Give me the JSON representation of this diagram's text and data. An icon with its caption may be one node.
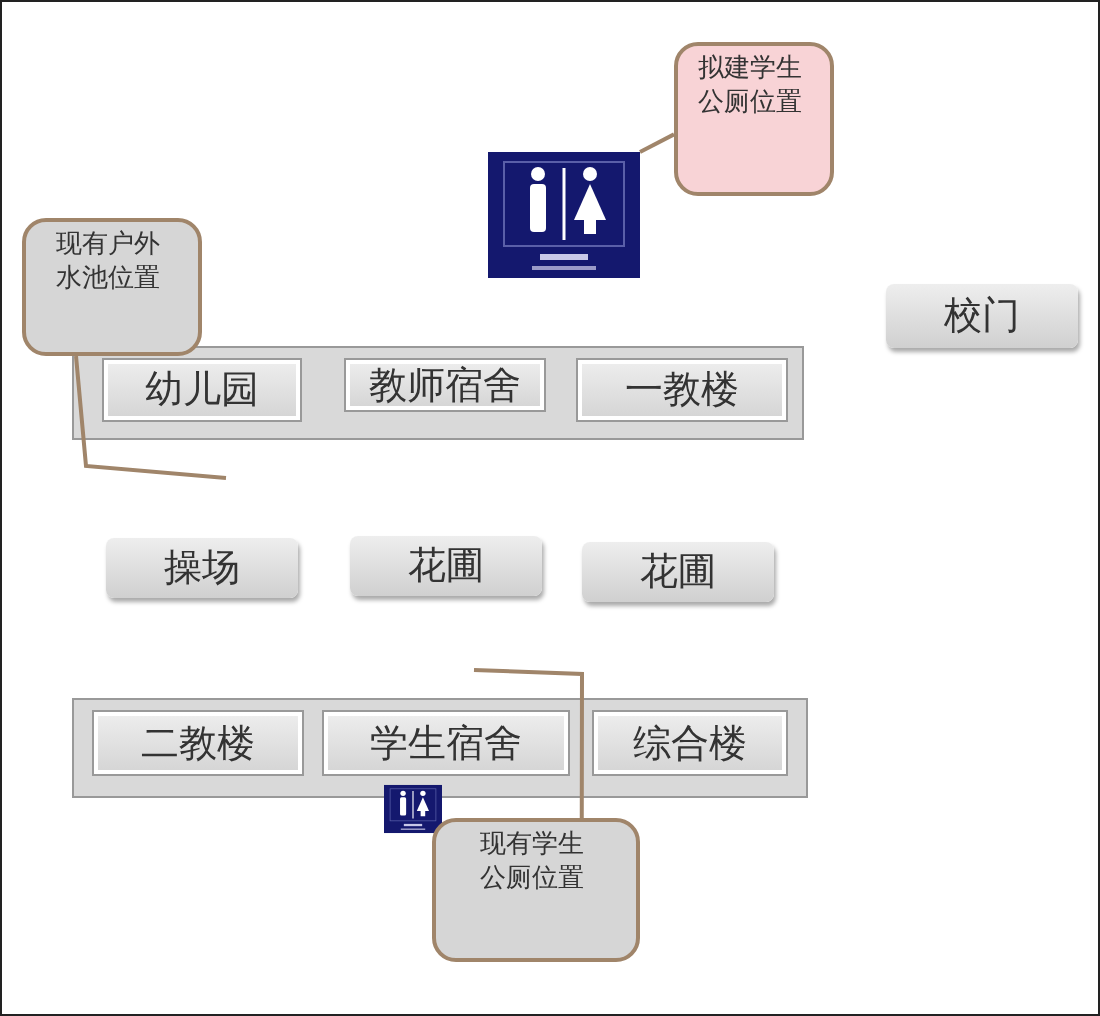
{
  "diagram": {
    "nodes": [
      {
        "text": [],
        "shape": "box"
      },
      {
        "text": [
          "幼儿园"
        ],
        "in": 0
      },
      {
        "text": [
          "教师宿舍"
        ],
        "in": 0
      },
      {
        "text": [
          "一教楼"
        ],
        "in": 0
      },
      {
        "text": [
          "校门"
        ]
      },
      {
        "text": [
          "操场"
        ]
      },
      {
        "text": [
          "花圃"
        ]
      },
      {
        "text": [
          "花圃"
        ]
      },
      {
        "text": [],
        "shape": "box"
      },
      {
        "text": [
          "二教楼"
        ],
        "in": 8
      },
      {
        "text": [
          "学生宿舍"
        ],
        "in": 8
      },
      {
        "text": [
          "综合楼"
        ],
        "in": 8
      },
      {
        "text": [],
        "shape": "picture"
      },
      {
        "text": [],
        "shape": "picture"
      },
      {
        "text": [
          "拟建学生公厕位置"
        ]
      },
      {
        "text": [
          "现有户外水池位置"
        ]
      },
      {
        "text": [
          "现有学生公厕位置"
        ]
      }
    ],
    "edges": [
      {
        "from": 14,
        "to": 12,
        "arrow": "none"
      },
      {
        "from": 15,
        "to": null,
        "arrow": "none"
      },
      {
        "from": 16,
        "to": null,
        "arrow": "none"
      }
    ]
  }
}
